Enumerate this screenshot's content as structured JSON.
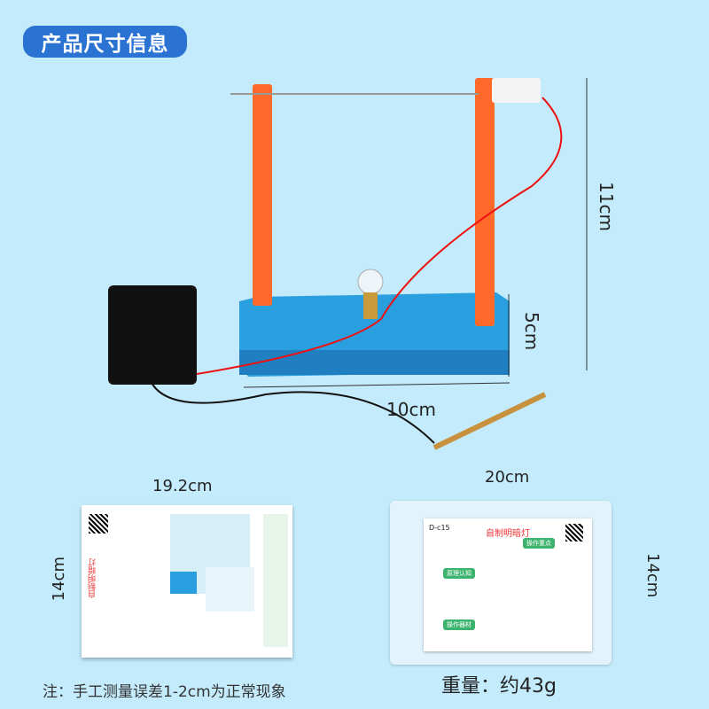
{
  "header": {
    "title": "产品尺寸信息"
  },
  "dimensions": {
    "height": "11cm",
    "base_height": "5cm",
    "base_width": "10cm",
    "card_width": "19.2cm",
    "card_height": "14cm",
    "bag_width": "20cm",
    "bag_height": "14cm"
  },
  "card": {
    "title": "自制明暗灯",
    "code": "D-c15",
    "section1": "操作重点",
    "section2": "原理认知",
    "section3": "操作器材"
  },
  "footer": {
    "note": "注：手工测量误差1-2cm为正常现象",
    "weight": "重量：约43g"
  },
  "colors": {
    "background": "#c4ebfb",
    "badge": "#2a73d3",
    "frame": "#ff6a2a",
    "base": "#2a9fe0"
  }
}
